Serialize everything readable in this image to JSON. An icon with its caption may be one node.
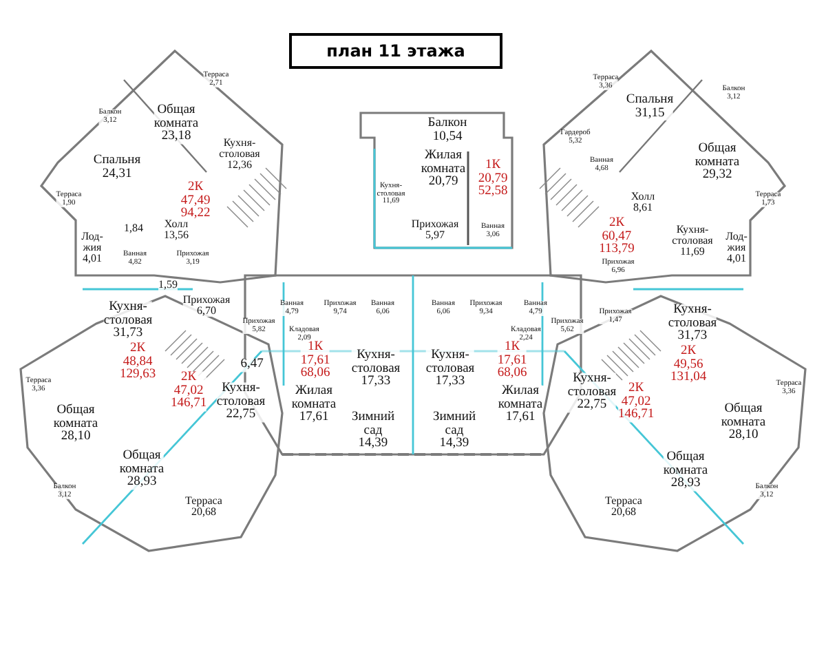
{
  "diagram": {
    "title": "план 11 этажа",
    "labels": [
      "Балкон 3,12",
      "Терраса 2,71",
      "Общая комната 23,18",
      "Спальня 24,31",
      "Кухня-столовая 12,36",
      "Терраса 1,90",
      "2К 47,49 94,22",
      "1,84",
      "Холл 13,56",
      "Лод-жия 4,01",
      "Ванная 4,82",
      "Прихожая 3,19",
      "1,59",
      "Прихожая 6,70",
      "Кухня-столовая 31,73",
      "2К 48,84 129,63",
      "Прихожая 5,82",
      "6,47",
      "Терраса 3,36",
      "2К 47,02 146,71",
      "Кухня-столовая 22,75",
      "Общая комната 28,10",
      "Общая комната 28,93",
      "Балкон 3,12",
      "Терраса 20,68",
      "Балкон 10,54",
      "Жилая комната 20,79",
      "1К 20,79 52,58",
      "Кухня-столовая 11,69",
      "Прихожая 5,97",
      "Ванная 3,06",
      "Ванная 4,79",
      "Прихожая 9,74",
      "Ванная 6,06",
      "Ванная 6,06",
      "Прихожая 9,34",
      "Ванная 4,79",
      "Кладовая 2,09",
      "Кладовая 2,24",
      "Прихожая 5,62",
      "1К 17,61 68,06",
      "Кухня-столовая 17,33",
      "Кухня-столовая 17,33",
      "1К 17,61 68,06",
      "Жилая комната 17,61",
      "Зимний сад 14,39",
      "Зимний сад 14,39",
      "Жилая комната 17,61",
      "Терраса 3,36",
      "Балкон 3,12",
      "Спальня 31,15",
      "Гардероб 5,32",
      "Ванная 4,68",
      "Общая комната 29,32",
      "Терраса 1,73",
      "Холл 8,61",
      "2К 60,47 113,79",
      "Прихожая 6,96",
      "Кухня-столовая 11,69",
      "Лод-жия 4,01",
      "Прихожая 1,47",
      "Кухня-столовая 31,73",
      "2К 49,56 131,04",
      "Терраса 3,36",
      "Кухня-столовая 22,75",
      "2К 47,02 146,71",
      "Общая комната 28,10",
      "Общая комната 28,93",
      "Балкон 3,12",
      "Терраса 20,68"
    ]
  }
}
